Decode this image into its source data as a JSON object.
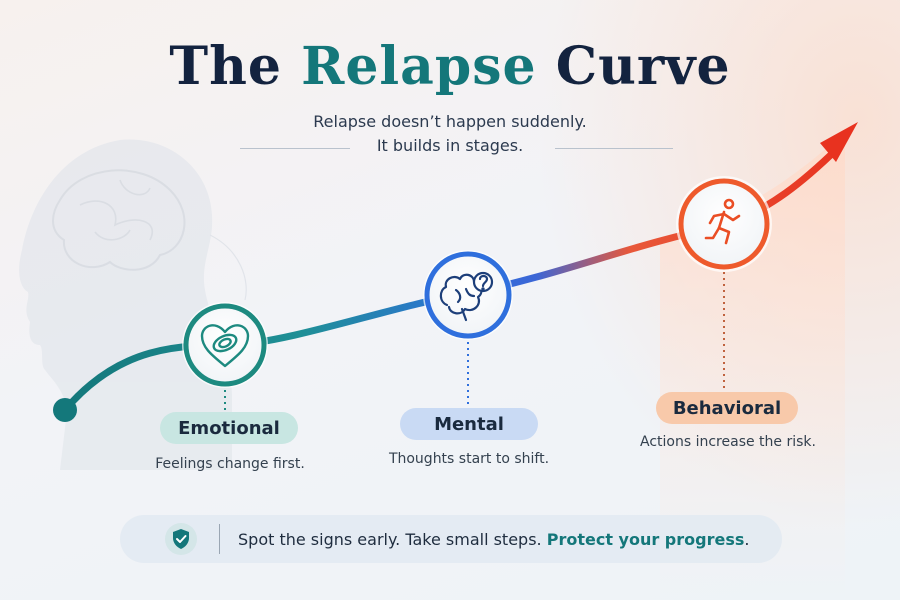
{
  "title": {
    "part1": "The",
    "accent": "Relapse",
    "part2": "Curve"
  },
  "subtitle": {
    "line1": "Relapse doesn’t happen suddenly.",
    "line2": "It builds in stages."
  },
  "colors": {
    "teal": "#14777a",
    "blue": "#2f6fdd",
    "orange": "#ee5a2c",
    "red": "#e8321f",
    "navy": "#13233f"
  },
  "stages": [
    {
      "label": "Emotional",
      "description": "Feelings change first.",
      "icon": "heart-icon",
      "color": "#1d8a80"
    },
    {
      "label": "Mental",
      "description": "Thoughts start to shift.",
      "icon": "brain-question-icon",
      "color": "#2f6fdd"
    },
    {
      "label": "Behavioral",
      "description": "Actions increase the risk.",
      "icon": "running-person-icon",
      "color": "#ee5a2c"
    }
  ],
  "banner": {
    "icon": "shield-check-icon",
    "text": "Spot the signs early. Take small steps.",
    "highlight": "Protect your progress",
    "suffix": "."
  }
}
